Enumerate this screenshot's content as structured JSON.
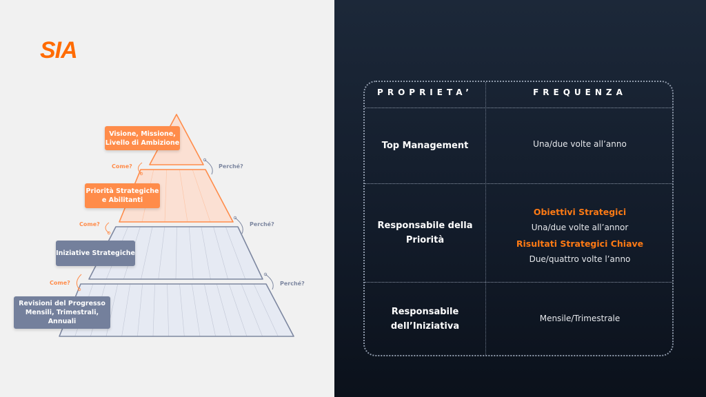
{
  "logo": "SIA",
  "pyramid": {
    "levels": [
      {
        "label": "Visione, Missione, Livello di Ambizione"
      },
      {
        "label": "Priorità Strategiche e Abilitanti"
      },
      {
        "label": "Iniziative Strategiche"
      },
      {
        "label": "Revisioni del Progresso Mensili, Trimestrali, Annuali"
      }
    ],
    "how_label": "Come?",
    "why_label": "Perché?"
  },
  "table": {
    "headers": [
      "PROPRIETA’",
      "FREQUENZA"
    ],
    "rows": [
      {
        "owner": "Top Management",
        "frequency": "Una/due volte all’anno"
      },
      {
        "owner": "Responsabile della Priorità",
        "items": [
          {
            "title": "Obiettivi Strategici",
            "frequency": "Una/due volte all’annor"
          },
          {
            "title": "Risultati Strategici Chiave",
            "frequency": "Due/quattro volte l’anno"
          }
        ]
      },
      {
        "owner": "Responsabile dell’Iniziativa",
        "frequency": "Mensile/Trimestrale"
      }
    ]
  },
  "colors": {
    "accent": "#ff6b00",
    "orange_label": "#ff8c4a",
    "gray_label": "#74809c"
  }
}
